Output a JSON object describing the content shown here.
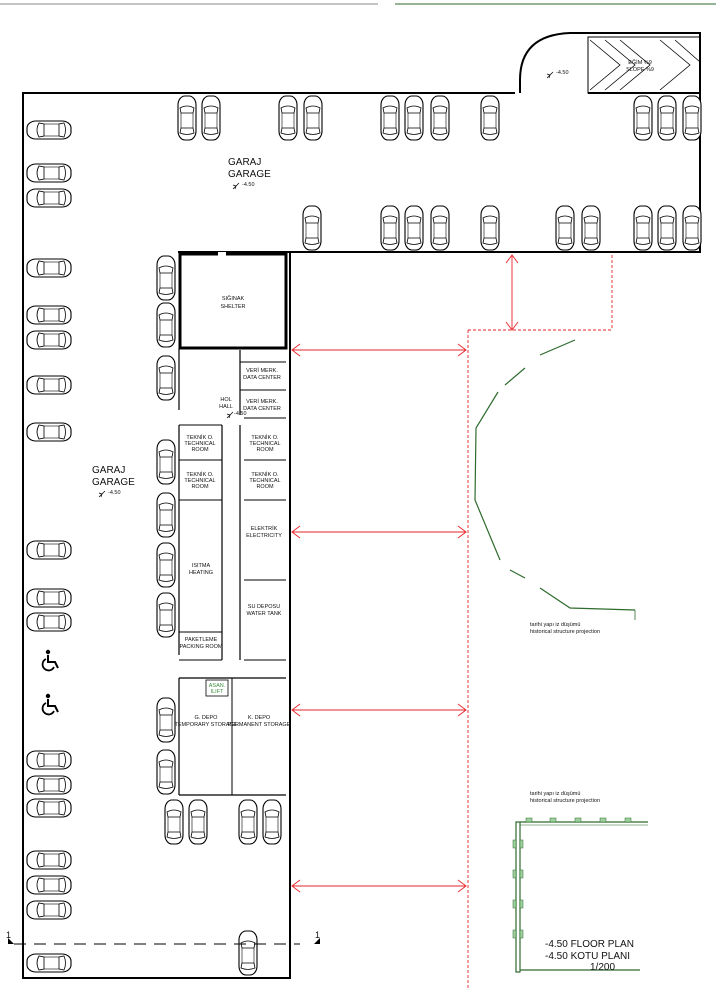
{
  "labels": {
    "ramp_l1": "EĞİM %9",
    "ramp_l2": "SLOPE %9",
    "ramp_level": "-4.50",
    "garage_top_l1": "GARAJ",
    "garage_top_l2": "GARAGE",
    "garage_top_level": "-4.50",
    "garage_left_l1": "GARAJ",
    "garage_left_l2": "GARAGE",
    "garage_left_level": "-4.50",
    "shelter_l1": "SIĞINAK",
    "shelter_l2": "SHELTER",
    "data1_l1": "VERİ MERK.",
    "data1_l2": "DATA CENTER",
    "data2_l1": "VERİ MERK.",
    "data2_l2": "DATA CENTER",
    "hall_l1": "HOL",
    "hall_l2": "HALL",
    "hall_level": "-4.50",
    "tech1_l1": "TEKNİK O.",
    "tech1_l2": "TECHNICAL",
    "tech1_l3": "ROOM",
    "tech2_l1": "TEKNİK O.",
    "tech2_l2": "TECHNICAL",
    "tech2_l3": "ROOM",
    "tech3_l1": "TEKNİK O.",
    "tech3_l2": "TECHNICAL",
    "tech3_l3": "ROOM",
    "tech4_l1": "TEKNİK O.",
    "tech4_l2": "TECHNICAL",
    "tech4_l3": "ROOM",
    "elec_l1": "ELEKTRİK",
    "elec_l2": "ELECTRICITY",
    "heat_l1": "ISITMA",
    "heat_l2": "HEATING",
    "water_l1": "SU DEPOSU",
    "water_l2": "WATER TANK",
    "pack_l1": "PAKETLEME",
    "pack_l2": "PACKING ROOM",
    "lift_l1": "ASAN.",
    "lift_l2": "ILIFT",
    "temp_l1": "G. DEPO",
    "temp_l2": "TEMPORARY STORAGE",
    "perm_l1": "K. DEPO",
    "perm_l2": "PERMANENT STORAGE",
    "hist1_l1": "tarihi yapı iz düşümü",
    "hist1_l2": "historical structure  projection",
    "hist2_l1": "tarihi yapı iz düşümü",
    "hist2_l2": "historical structure  projection",
    "section_left": "1",
    "section_right": "1",
    "plan_title_1": "-4.50 FLOOR PLAN",
    "plan_title_2": "-4.50 KOTU PLANI",
    "plan_scale": "1/200"
  },
  "colors": {
    "wall": "#000000",
    "dimension": "#e8232a",
    "projection": "#2e6b2e",
    "lift": "#3a8f3a"
  },
  "icons": [
    "wheelchair-icon",
    "wheelchair-icon",
    "car-icon",
    "level-marker-icon",
    "section-marker-icon"
  ]
}
